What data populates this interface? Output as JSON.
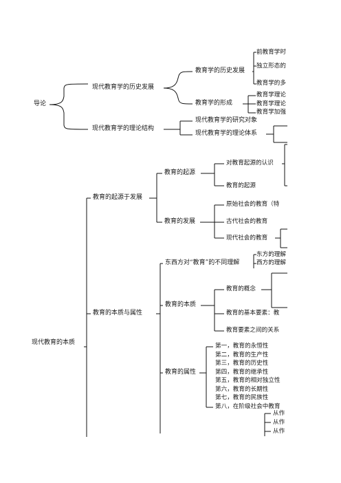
{
  "intro": {
    "root": "导论",
    "history": {
      "label": "现代教育学的历史发展",
      "dev": {
        "label": "教育学的历史发展",
        "items": [
          "前教育学时",
          "独立形态的",
          "教育学的多"
        ]
      },
      "form": {
        "label": "教育学的形成",
        "items": [
          "教育学理论",
          "教育学理论",
          "教育学加强"
        ]
      }
    },
    "theory": {
      "label": "现代教育学的理论结构",
      "object": "现代教育学的研究对象",
      "system": "现代教育学的理论体系"
    }
  },
  "essence": {
    "root": "现代教育的本质",
    "origin_dev": {
      "label": "教育的起源于发展",
      "origin": {
        "label": "教育的起源",
        "items": [
          "对教育起源的认识",
          "教育的起源"
        ]
      },
      "development": {
        "label": "教育的发展",
        "items": [
          "原始社会的教育（特",
          "古代社会的教育",
          "现代社会的教育"
        ]
      }
    },
    "nature_attr": {
      "label": "教育的本质与属性",
      "understanding": {
        "label": "东西方对“教育”的不同理解",
        "items": [
          "东方的理解",
          "西方的理解"
        ]
      },
      "nature": {
        "label": "教育的本质",
        "items": [
          "教育的概念",
          "教育的基本要素：教",
          "教育要素之间的关系"
        ]
      },
      "attributes": {
        "label": "教育的属性",
        "items": [
          "第一，教育的永恒性",
          "第二，教育的生产性",
          "第三，教育的历史性",
          "第四，教育的继承性",
          "第五，教育的相对独立性",
          "第六，教育的长期性",
          "第七，教育的民族性",
          "第八，在阶级社会中教育"
        ],
        "sub": [
          "从作",
          "从作",
          "从作"
        ]
      }
    }
  }
}
